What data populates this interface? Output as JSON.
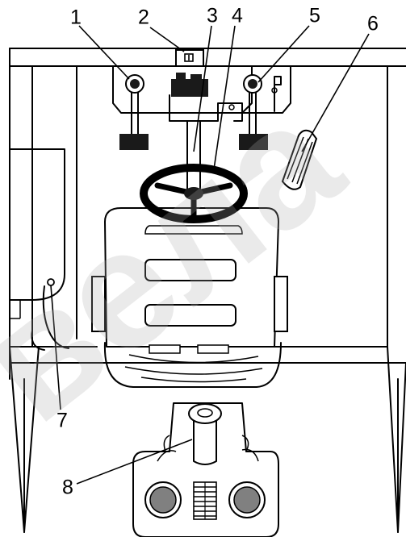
{
  "callouts": [
    {
      "number": "1",
      "part": "left-pedal"
    },
    {
      "number": "2",
      "part": "ignition-switch"
    },
    {
      "number": "3",
      "part": "steering-column"
    },
    {
      "number": "4",
      "part": "steering-wheel"
    },
    {
      "number": "5",
      "part": "right-pedal"
    },
    {
      "number": "6",
      "part": "accelerator-pedal"
    },
    {
      "number": "7",
      "part": "side-knob"
    },
    {
      "number": "8",
      "part": "control-lever"
    }
  ],
  "watermark": {
    "text": "вела"
  },
  "colors": {
    "line": "#000000",
    "fill_dark": "#1a1a1a",
    "gauge": "#808080",
    "watermark": "#b0b0b0"
  }
}
